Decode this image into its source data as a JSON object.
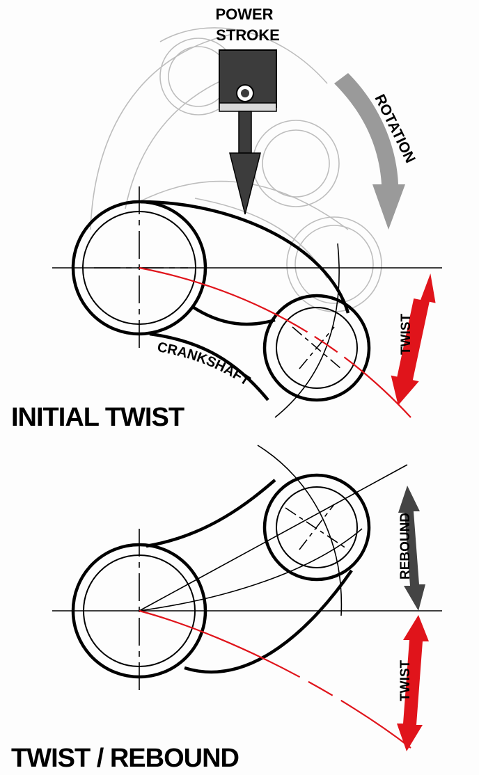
{
  "labels": {
    "power": "POWER",
    "stroke": "STROKE",
    "rotation": "ROTATION",
    "crankshaft": "CRANKSHAFT",
    "twist_top": "TWIST",
    "rebound": "REBOUND",
    "twist_bottom": "TWIST"
  },
  "titles": {
    "initial": "INITIAL TWIST",
    "twist_rebound": "TWIST / REBOUND"
  },
  "colors": {
    "ink": "#000000",
    "red": "#e0141b",
    "gray_arrow": "#9a9a9a",
    "dark_arrow": "#444444",
    "ghost": "#bdbdbd",
    "piston": "#3c3c3c"
  }
}
